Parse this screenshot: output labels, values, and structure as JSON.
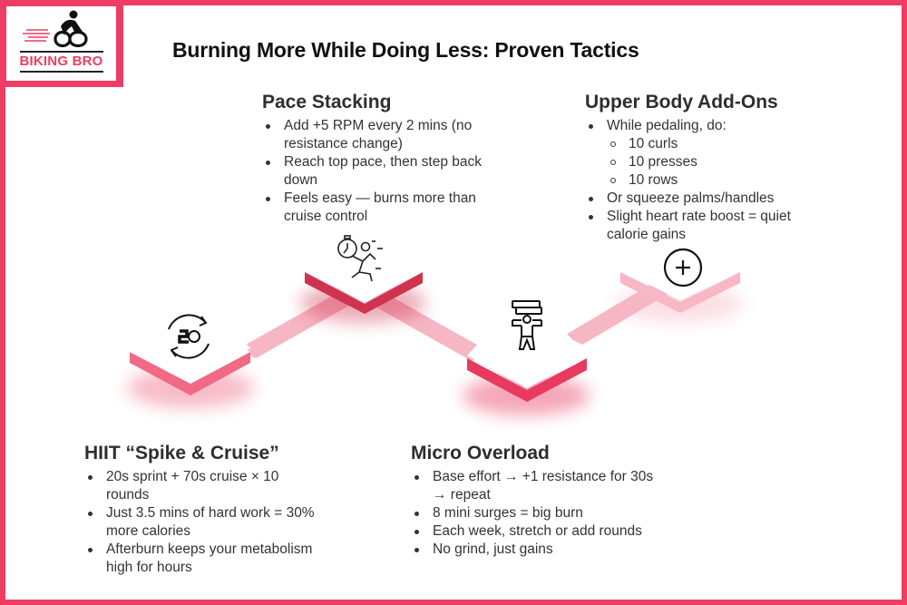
{
  "brand": {
    "name": "BIKING BRO",
    "logo_icon": "cyclist-icon",
    "accent_color": "#ee3d63"
  },
  "title": "Burning More While Doing Less: Proven Tactics",
  "steps": [
    {
      "heading": "HIIT “Spike & Cruise”",
      "icon": "cycle-refresh-digestion-icon",
      "bullets": [
        "20s sprint + 70s cruise × 10 rounds",
        "Just 3.5 mins of hard work = 30% more calories",
        "Afterburn keeps your metabolism high for hours"
      ]
    },
    {
      "heading": "Pace Stacking",
      "icon": "stopwatch-runner-icon",
      "bullets": [
        "Add +5 RPM every 2 mins (no resistance change)",
        "Reach top pace, then step back down",
        "Feels easy — burns more than cruise control"
      ]
    },
    {
      "heading": "Micro Overload",
      "icon": "weightlifter-icon",
      "bullets": [
        "Base effort → +1 resistance for 30s → repeat",
        "8 mini surges = big burn",
        "Each week, stretch or add rounds",
        "No grind, just gains"
      ]
    },
    {
      "heading": "Upper Body Add-Ons",
      "icon": "plus-circle-icon",
      "bullets": [
        "While pedaling, do:",
        "Or squeeze palms/handles",
        "Slight heart rate boost = quiet calorie gains"
      ],
      "sub_bullets": [
        "10 curls",
        "10 presses",
        "10 rows"
      ]
    }
  ],
  "colors": {
    "tile_1_side": "#f06a85",
    "tile_2_side": "#d0334f",
    "tile_3_side": "#e83a5e",
    "tile_4_side": "#f7b7c4",
    "connector": "#f7b6c3"
  }
}
